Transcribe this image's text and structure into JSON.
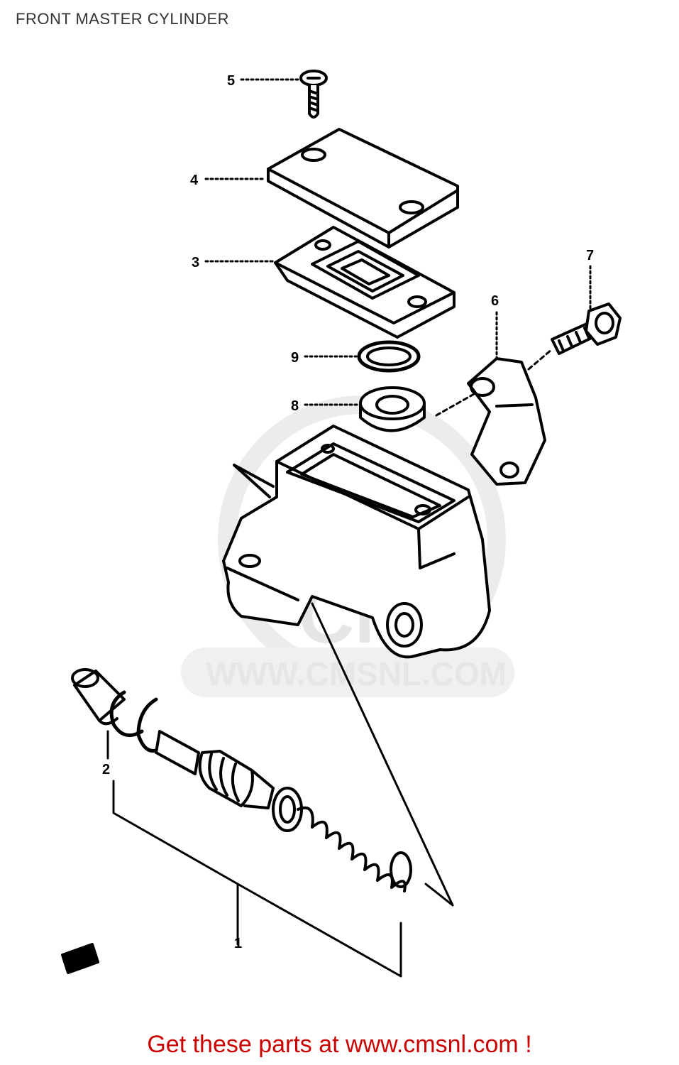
{
  "header": {
    "title": "FRONT MASTER CYLINDER"
  },
  "diagram": {
    "callouts": [
      {
        "id": "c5",
        "label": "5"
      },
      {
        "id": "c4",
        "label": "4"
      },
      {
        "id": "c3",
        "label": "3"
      },
      {
        "id": "c9",
        "label": "9"
      },
      {
        "id": "c8",
        "label": "8"
      },
      {
        "id": "c6",
        "label": "6"
      },
      {
        "id": "c7",
        "label": "7"
      },
      {
        "id": "c2",
        "label": "2"
      },
      {
        "id": "c1",
        "label": "1"
      }
    ],
    "watermark": {
      "brand": "CMS",
      "url": "WWW.CMSNL.COM"
    }
  },
  "footer": {
    "link_text": "Get these parts at www.cmsnl.com !"
  }
}
